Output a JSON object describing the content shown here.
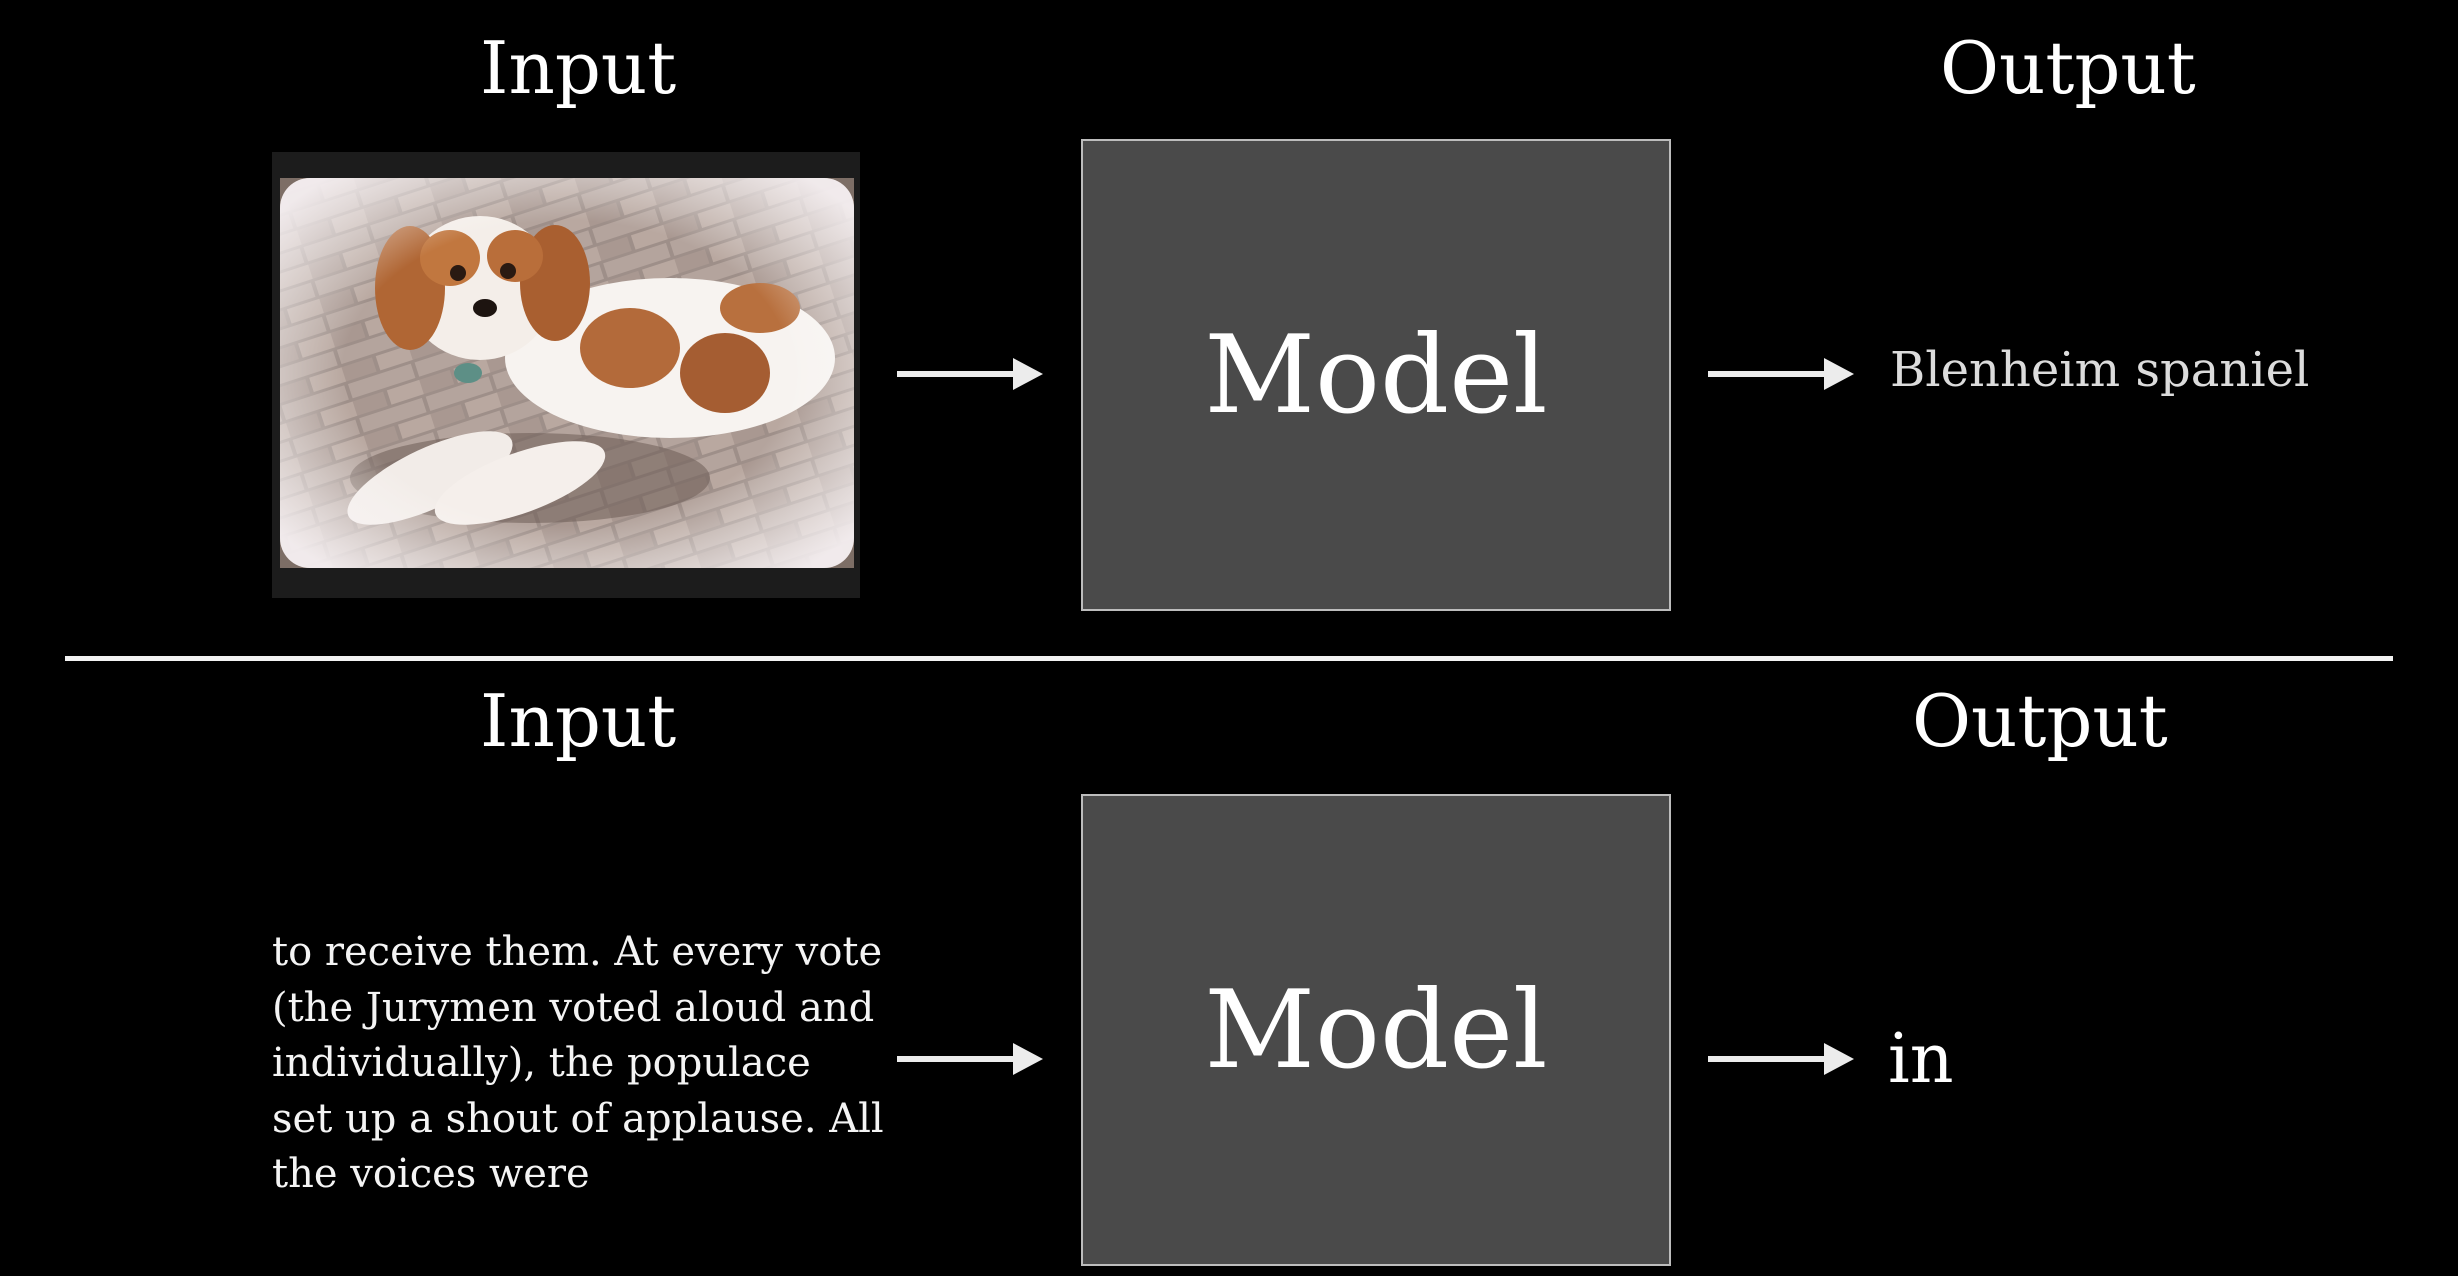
{
  "top_row": {
    "input_heading": "Input",
    "output_heading": "Output",
    "model_label": "Model",
    "output": "Blenheim spaniel",
    "input_image": "photo of a Blenheim Cavalier King Charles spaniel lying on a brick pavement"
  },
  "bottom_row": {
    "input_heading": "Input",
    "output_heading": "Output",
    "model_label": "Model",
    "output": "in",
    "input_text_lines": [
      "to receive them. At every vote",
      "(the Jurymen voted aloud and",
      "individually), the populace",
      "set up a shout of applause. All",
      "the voices were"
    ]
  },
  "colors": {
    "background": "#000000",
    "model_box": "#4a4a4a",
    "model_border": "#bdbdbd",
    "arrow": "#ececec",
    "divider": "#f2f2f2"
  }
}
